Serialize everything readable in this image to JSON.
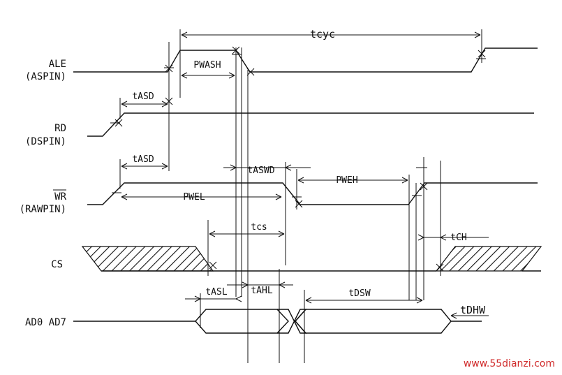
{
  "signals": {
    "ale": "ALE",
    "ale_pin": "(ASPIN)",
    "rd": "RD",
    "rd_pin": "(DSPIN)",
    "wr": "WR",
    "wr_pin": "(RAWPIN)",
    "cs": "CS",
    "ad": "AD0 AD7"
  },
  "timing_labels": {
    "tcyc": "tcyc",
    "pw_ash": "PWASH",
    "t_asd_rd": "tASD",
    "t_asd_wr": "tASD",
    "t_aswd": "tASWD",
    "pw_eh": "PWEH",
    "pw_el": "PWEL",
    "t_cs": "tcs",
    "t_ch": "tCH",
    "t_asl": "tASL",
    "t_ahl": "tAHL",
    "t_dsw": "tDSW",
    "t_dhw": "tDHW"
  },
  "watermark": "www.55dianzi.com"
}
